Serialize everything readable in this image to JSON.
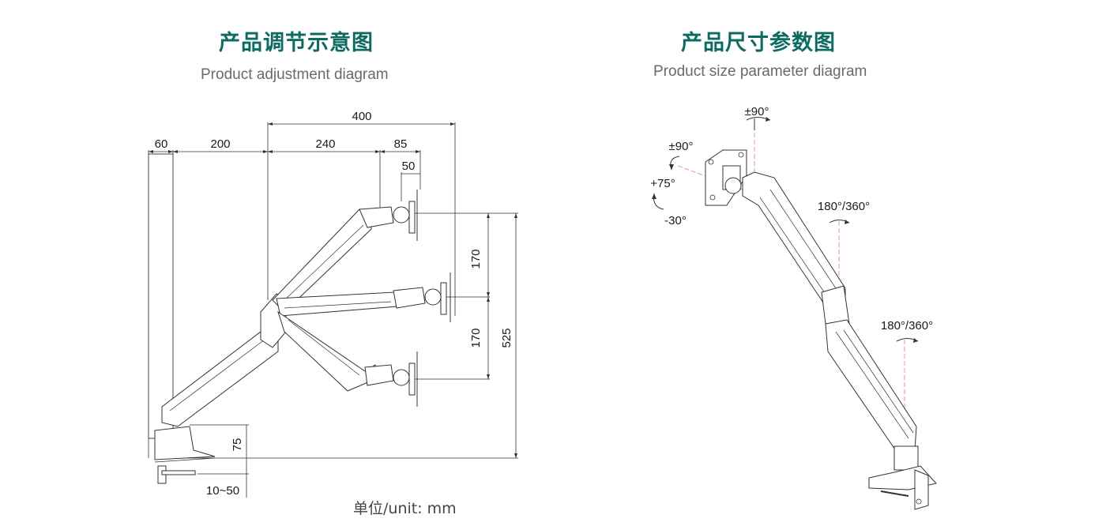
{
  "left": {
    "title": "产品调节示意图",
    "subtitle": "Product adjustment diagram",
    "dims": {
      "d400": "400",
      "d60": "60",
      "d200": "200",
      "d240": "240",
      "d85": "85",
      "d50": "50",
      "d170a": "170",
      "d170b": "170",
      "d525": "525",
      "d75": "75",
      "d10_50": "10~50"
    },
    "unit": "单位/unit: mm"
  },
  "right": {
    "title": "产品尺寸参数图",
    "subtitle": "Product size parameter diagram",
    "angles": {
      "top_rotate": "±90°",
      "pivot": "±90°",
      "tilt_up": "+75°",
      "tilt_down": "-30°",
      "joint_mid": "180°/360°",
      "joint_low": "180°/360°"
    }
  },
  "colors": {
    "title": "#0d6b62",
    "subtitle": "#6a6a6a",
    "line": "#333333",
    "centerline": "#e07a8a"
  }
}
